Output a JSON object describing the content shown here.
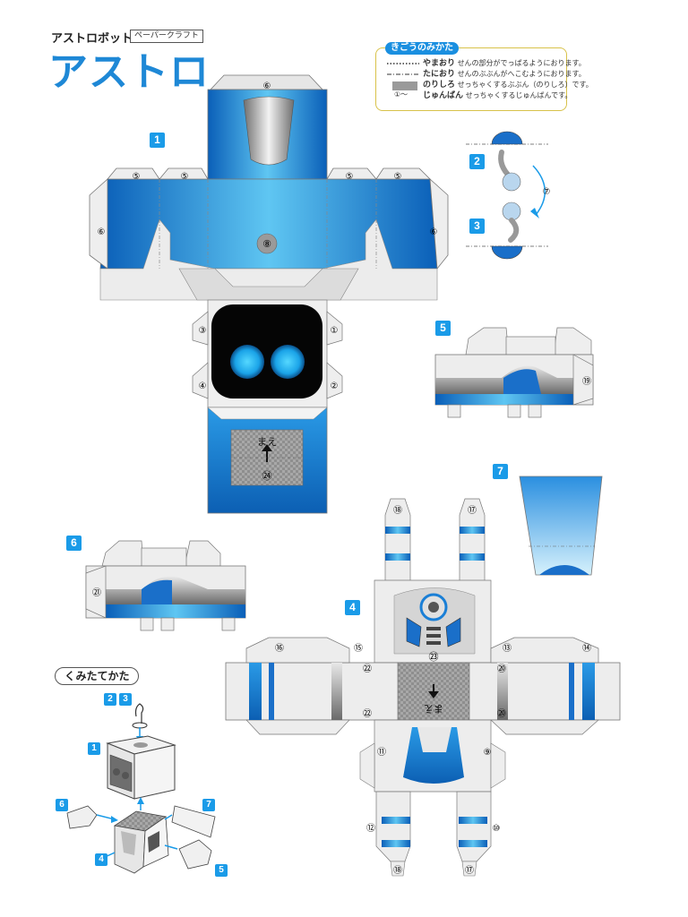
{
  "header": {
    "product": "アストロボット",
    "tag": "ペーパークラフト",
    "title": "アストロ"
  },
  "legend": {
    "heading": "きごうのみかた",
    "rows": [
      {
        "key": "やまおり",
        "desc": "せんの部分がでっぱるようにおります。"
      },
      {
        "key": "たにおり",
        "desc": "せんのぶぶんがへこむようにおります。"
      },
      {
        "key": "のりしろ",
        "desc": "せっちゃくするぶぶん（のりしろ）です。"
      },
      {
        "key": "じゅんばん",
        "desc": "せっちゃくするじゅんばんです。"
      }
    ],
    "order_symbol": "①〜"
  },
  "part_numbers": {
    "p1": "1",
    "p2": "2",
    "p3": "3",
    "p4": "4",
    "p5": "5",
    "p6": "6",
    "p7": "7"
  },
  "circle_labels": {
    "n1": "①",
    "n2": "②",
    "n3": "③",
    "n4": "④",
    "n5": "⑤",
    "n6": "⑥",
    "n7": "⑦",
    "n8": "⑧",
    "n9": "⑨",
    "n10": "⑩",
    "n11": "⑪",
    "n12": "⑫",
    "n13": "⑬",
    "n14": "⑭",
    "n15": "⑮",
    "n16": "⑯",
    "n17": "⑰",
    "n18": "⑱",
    "n19": "⑲",
    "n20": "⑳",
    "n21": "㉑",
    "n22": "㉒",
    "n23": "㉓",
    "n24": "㉔"
  },
  "front_label": "まえ",
  "assembly": {
    "title": "くみたてかた"
  },
  "colors": {
    "blue": "#1a7fd6",
    "light_blue": "#5cc8f0",
    "accent": "#1a9be8",
    "legend_border": "#d8c24a"
  }
}
